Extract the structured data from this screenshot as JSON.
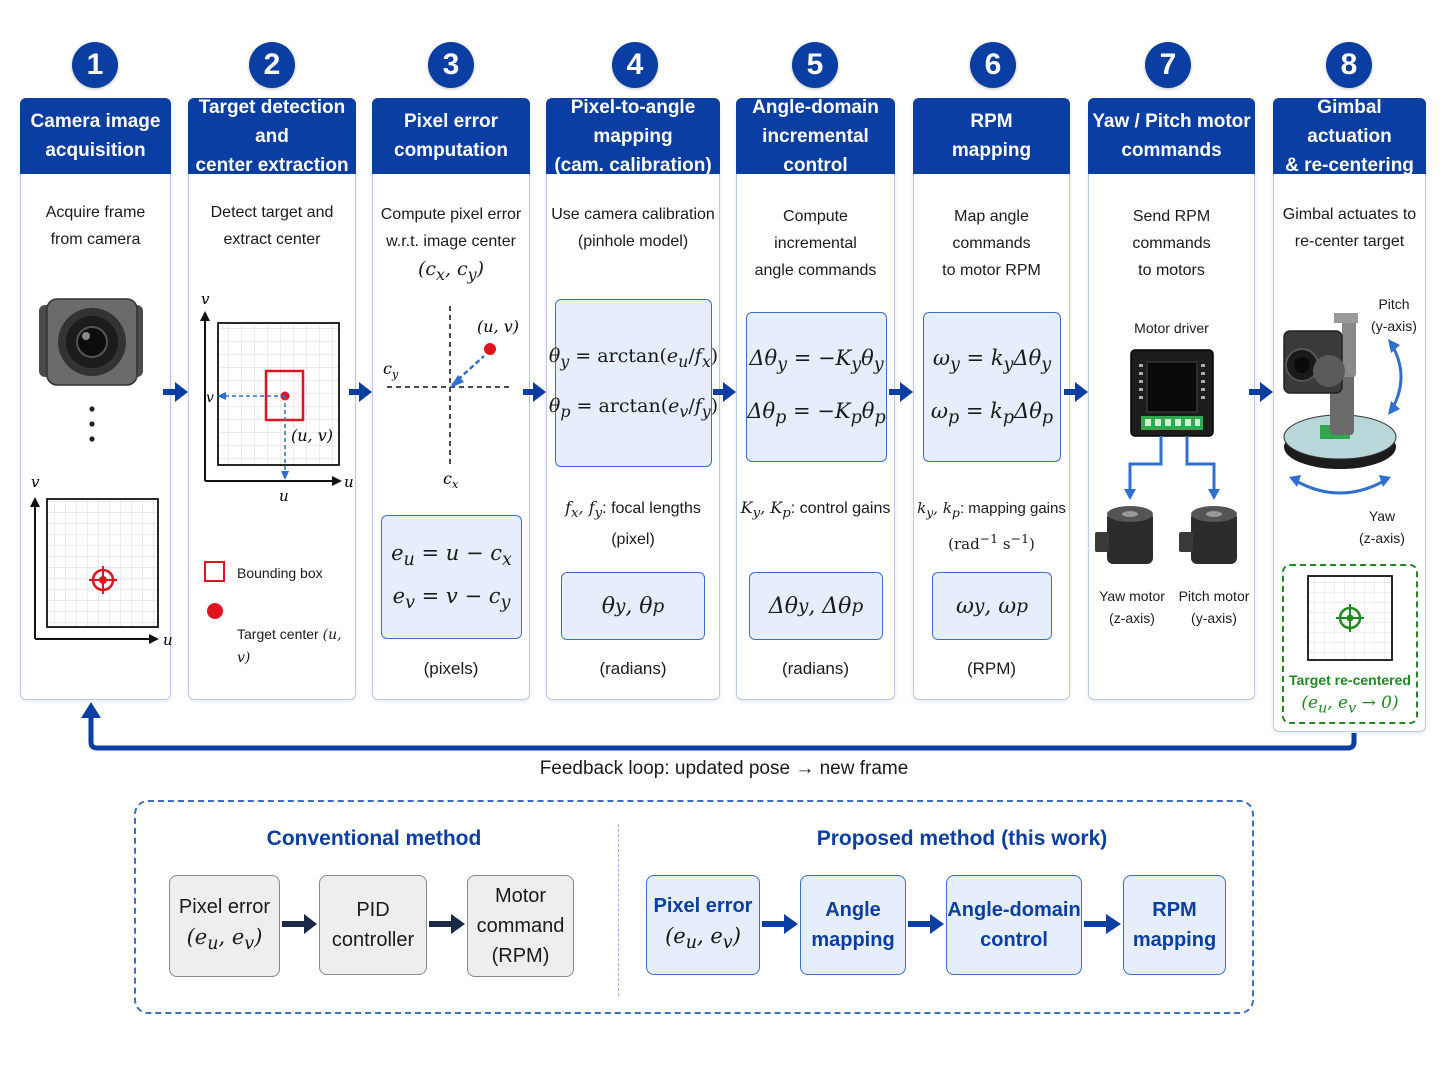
{
  "steps": [
    {
      "num": "1",
      "title": "Camera image\nacquisition",
      "desc": "Acquire frame\nfrom camera"
    },
    {
      "num": "2",
      "title": "Target detection and\ncenter extraction",
      "desc": "Detect target and\nextract center"
    },
    {
      "num": "3",
      "title": "Pixel error\ncomputation",
      "desc": "Compute pixel error\nw.r.t. image center",
      "unit": "(pixels)"
    },
    {
      "num": "4",
      "title": "Pixel-to-angle mapping\n(cam. calibration)",
      "desc": "Use camera calibration\n(pinhole model)",
      "note": "focal lengths\n(pixel)",
      "unit": "(radians)"
    },
    {
      "num": "5",
      "title": "Angle-domain\nincremental control",
      "desc": "Compute incremental\nangle commands",
      "note": "control gains",
      "unit": "(radians)"
    },
    {
      "num": "6",
      "title": "RPM\nmapping",
      "desc": "Map angle commands\nto motor RPM",
      "note": "mapping gains",
      "unit": "(RPM)"
    },
    {
      "num": "7",
      "title": "Yaw / Pitch motor\ncommands",
      "desc": "Send RPM commands\nto motors"
    },
    {
      "num": "8",
      "title": "Gimbal actuation\n& re-centering",
      "desc": "Gimbal actuates to\nre-center target"
    }
  ],
  "labels": {
    "bounding_box": "Bounding box",
    "target_center": "Target center",
    "motor_driver": "Motor driver",
    "yaw_motor": "Yaw motor\n(z-axis)",
    "pitch_motor": "Pitch motor\n(y-axis)",
    "pitch": "Pitch\n(y-axis)",
    "yaw": "Yaw\n(z-axis)",
    "recentered": "Target re-centered"
  },
  "feedback": "Feedback loop: updated pose → new frame",
  "comparison": {
    "conventional_title": "Conventional method",
    "conventional": [
      "Pixel error",
      "PID\ncontroller",
      "Motor\ncommand\n(RPM)"
    ],
    "proposed_title": "Proposed method (this work)",
    "proposed": [
      "Pixel error",
      "Angle\nmapping",
      "Angle-domain\ncontrol",
      "RPM\nmapping"
    ]
  },
  "colors": {
    "primary": "#0a3ea3",
    "box_fill": "#e6eefb",
    "box_border": "#3a6ec9",
    "green": "#1f8a1f",
    "red": "#e0141e"
  }
}
